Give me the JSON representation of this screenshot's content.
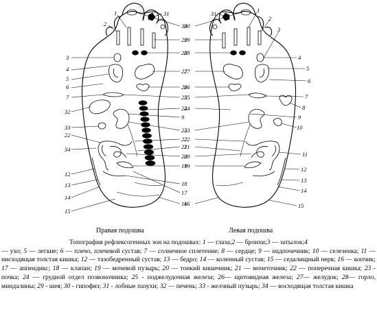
{
  "figure": {
    "left_label": "Правая подошва",
    "right_label": "Левая подошва",
    "right_foot_numbers": {
      "n1": "1",
      "n31": "31",
      "n2": "2",
      "n30": "30",
      "n29": "29",
      "n3": "3",
      "n28": "28",
      "n4": "4",
      "n5": "5",
      "n27": "27",
      "n6": "6",
      "n26": "26",
      "n7": "7",
      "n25": "25",
      "n32": "32",
      "n24": "24",
      "n9": "9",
      "n33": "33",
      "n23": "23",
      "n22": "22",
      "n21": "21",
      "n34": "34",
      "n20": "20",
      "n19": "19",
      "n12": "12",
      "n18": "18",
      "n13": "13",
      "n17": "17",
      "n14": "14",
      "n16": "16",
      "n15": "15"
    },
    "left_foot_numbers": {
      "n31": "31",
      "n1": "1",
      "n2": "2",
      "n30": "30",
      "n29": "29",
      "n3": "3",
      "n28": "28",
      "n4": "4",
      "n5": "5",
      "n27": "27",
      "n6": "6",
      "n26": "26",
      "n7": "7",
      "n25": "25",
      "n8": "8",
      "n24": "24",
      "n9": "9",
      "n10": "10",
      "n23": "23",
      "n22": "22",
      "n21": "21",
      "n11": "11",
      "n20": "20",
      "n19": "19",
      "n12": "12",
      "n13": "13",
      "n14": "14",
      "n16": "16",
      "n15": "15"
    }
  },
  "caption": {
    "title": "Топография рефлексогенных зон на подошвах:",
    "items": [
      {
        "num": "1",
        "text": " — глаза;"
      },
      {
        "num": "2",
        "text": " — бронхи;"
      },
      {
        "num": "3",
        "text": " — затылок;"
      },
      {
        "num": "4",
        "text": " — ухо;"
      },
      {
        "num": "5",
        "text": " — легкие;"
      },
      {
        "num": "6",
        "text": " — плечо, плечевой сустав;"
      },
      {
        "num": "7",
        "text": " — солнечное сплетение;"
      },
      {
        "num": "8",
        "text": " — сердце;"
      },
      {
        "num": "9",
        "text": " — надпочечник;"
      },
      {
        "num": "10",
        "text": " — селезенка;"
      },
      {
        "num": "11",
        "text": " — нисходящая толстая кишка;"
      },
      {
        "num": "12",
        "text": " — тазобедренный сустав;"
      },
      {
        "num": "13",
        "text": " — бедро;"
      },
      {
        "num": "14",
        "text": " — коленный сустав;"
      },
      {
        "num": "15",
        "text": " — седалищный нерв;"
      },
      {
        "num": "16",
        "text": " — копчик;"
      },
      {
        "num": "17",
        "text": " — аппендикс;"
      },
      {
        "num": "18",
        "text": " — клапан;"
      },
      {
        "num": "19",
        "text": " — мочевой пузырь;"
      },
      {
        "num": "20",
        "text": " — тонкий кишечник;"
      },
      {
        "num": "21",
        "text": " — мочеточник;"
      },
      {
        "num": "22",
        "text": " — поперечная кишка;"
      },
      {
        "num": "23",
        "text": " - почка;"
      },
      {
        "num": "24",
        "text": " — грудной отдел позвоночника;"
      },
      {
        "num": "25",
        "text": " - поджелудочная железа;"
      },
      {
        "num": "26",
        "text": "— щитовидная железа;"
      },
      {
        "num": "27",
        "text": "— желудок;"
      },
      {
        "num": "28",
        "text": "— горло, миндалины;"
      },
      {
        "num": "29",
        "text": " - шея;"
      },
      {
        "num": "30",
        "text": " - гипофиз;"
      },
      {
        "num": "31",
        "text": " - лобные пазухи;"
      },
      {
        "num": "32",
        "text": " — печень;"
      },
      {
        "num": "33",
        "text": " - желчный пузырь;"
      },
      {
        "num": "34",
        "text": " — восходящая толстая кишка"
      }
    ]
  }
}
